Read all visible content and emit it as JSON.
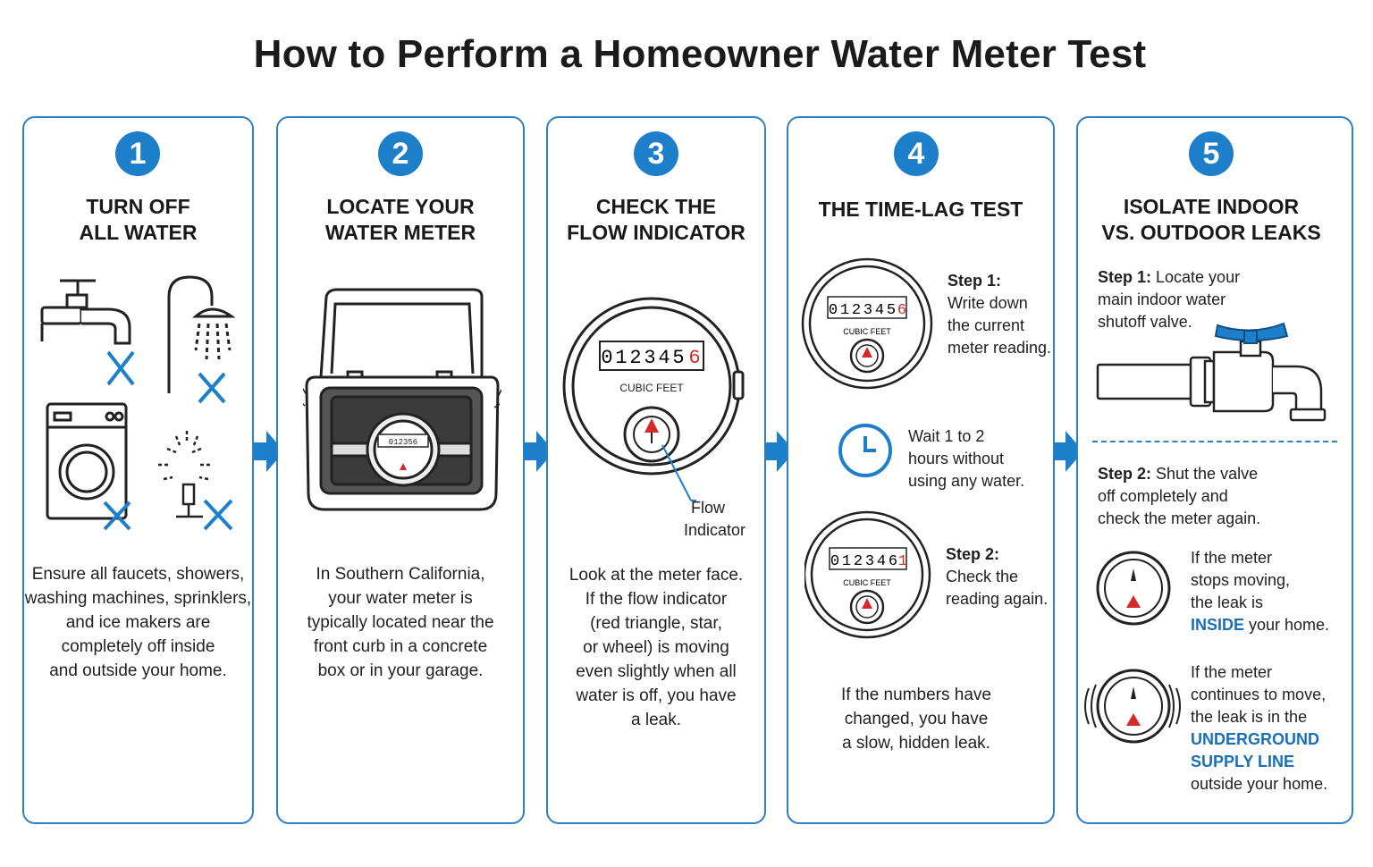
{
  "title": "How to Perform a Homeowner Water Meter Test",
  "colors": {
    "accent": "#1d7fca",
    "border": "#2f7fc4",
    "indicator": "#d42a2a"
  },
  "steps": [
    {
      "number": "1",
      "title_line1": "TURN OFF",
      "title_line2": "ALL WATER",
      "text": [
        "Ensure all faucets, showers,",
        "washing machines, sprinklers,",
        "and ice makers are",
        "completely off inside",
        "and outside your home."
      ],
      "icons": [
        "faucet-icon",
        "shower-icon",
        "washing-machine-icon",
        "sprinkler-icon",
        "x-mark-icon"
      ]
    },
    {
      "number": "2",
      "title_line1": "LOCATE YOUR",
      "title_line2": "WATER METER",
      "meter_reading": "012356",
      "text": [
        "In Southern California,",
        "your water meter is",
        "typically located near the",
        "front curb in a concrete",
        "box or in your garage."
      ],
      "icons": [
        "meter-box-icon"
      ]
    },
    {
      "number": "3",
      "title_line1": "CHECK THE",
      "title_line2": "FLOW INDICATOR",
      "meter_digits": [
        "0",
        "1",
        "2",
        "3",
        "4",
        "5",
        "6"
      ],
      "meter_unit": "CUBIC FEET",
      "callout_line1": "Flow",
      "callout_line2": "Indicator",
      "text": [
        "Look at the meter face.",
        "If the flow indicator",
        "(red triangle, star,",
        "or wheel) is moving",
        "even slightly when all",
        "water is off, you have",
        "a leak."
      ]
    },
    {
      "number": "4",
      "title_line1": "THE TIME-LAG TEST",
      "meter1_digits": [
        "0",
        "1",
        "2",
        "3",
        "4",
        "5",
        "6"
      ],
      "meter2_digits": [
        "0",
        "1",
        "2",
        "3",
        "4",
        "6",
        "1"
      ],
      "meter_unit": "CUBIC FEET",
      "step1_label": "Step 1:",
      "step1_text": [
        "Write down",
        "the current",
        "meter reading."
      ],
      "wait_text": [
        "Wait 1 to 2",
        "hours without",
        "using any water."
      ],
      "step2_label": "Step 2:",
      "step2_text": [
        "Check the",
        "reading again."
      ],
      "text": [
        "If the numbers have",
        "changed, you have",
        "a slow, hidden leak."
      ],
      "icons": [
        "clock-icon"
      ]
    },
    {
      "number": "5",
      "title_line1": "ISOLATE INDOOR",
      "title_line2": "VS. OUTDOOR LEAKS",
      "step1_label": "Step 1:",
      "step1_text": [
        " Locate your",
        "main indoor water",
        "shutoff valve."
      ],
      "step2_label": "Step 2:",
      "step2_text": [
        " Shut the valve",
        "off completely and",
        "check the meter again."
      ],
      "case1_text": [
        "If the meter",
        "stops moving,",
        "the leak is"
      ],
      "case1_highlight": "INSIDE",
      "case1_tail": " your home.",
      "case2_text": [
        "If the meter",
        "continues to move,",
        "the leak is in the"
      ],
      "case2_highlight": [
        "UNDERGROUND",
        "SUPPLY LINE"
      ],
      "case2_tail": "outside your home.",
      "icons": [
        "shutoff-valve-icon",
        "dial-icon"
      ]
    }
  ]
}
